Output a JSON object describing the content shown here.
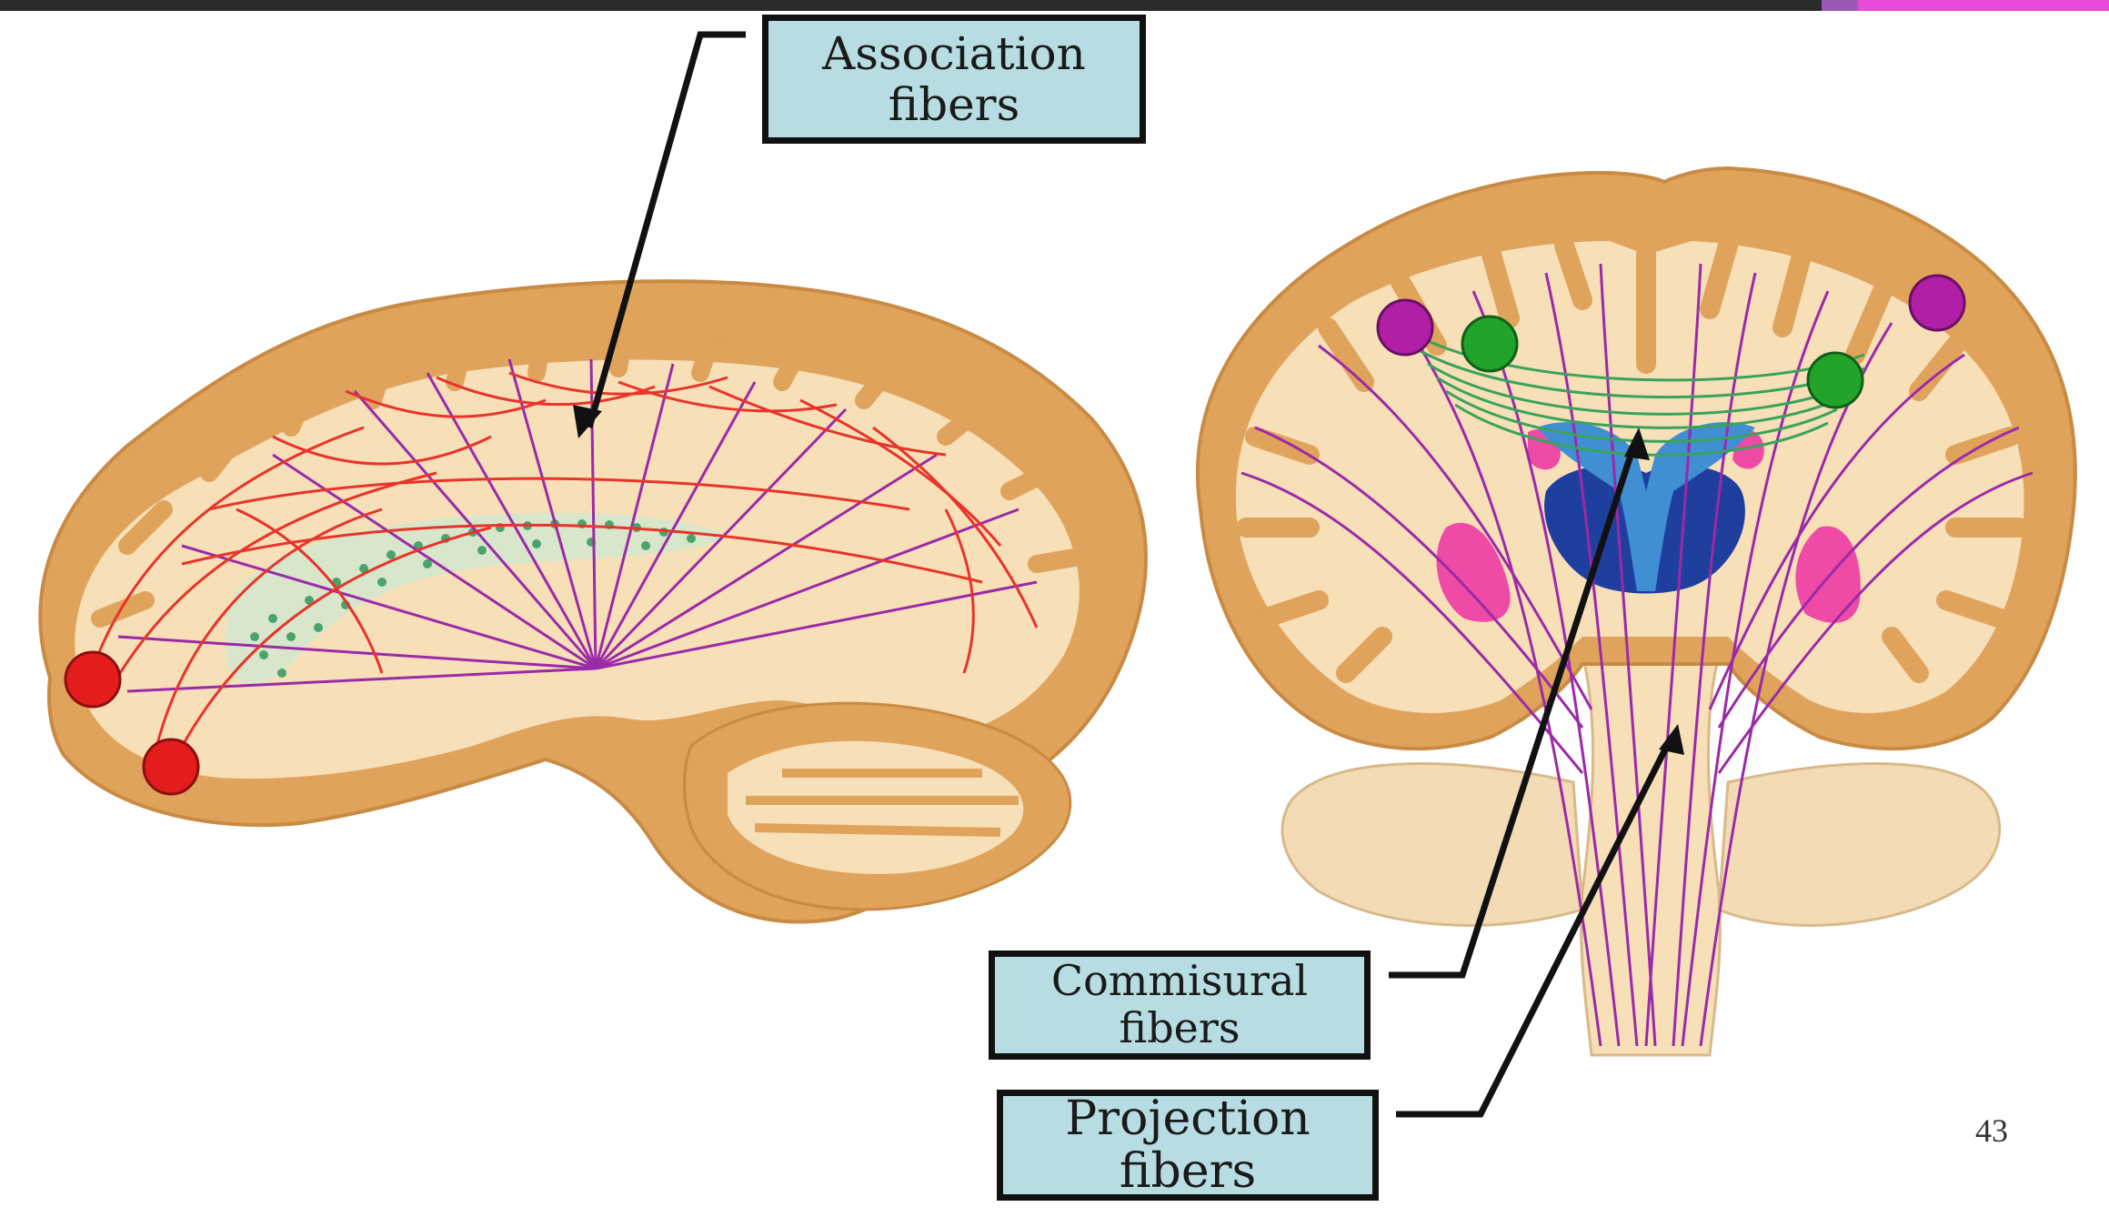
{
  "labels": {
    "association": [
      "Association",
      "fibers"
    ],
    "commisural": [
      "Commisural",
      "fibers"
    ],
    "projection": [
      "Projection",
      "fibers"
    ]
  },
  "page_number": "43",
  "colors": {
    "cortex": "#e0a35c",
    "white_matter": "#f7dfb8",
    "association_fiber": "#e8342b",
    "projection_fiber": "#9b2aa8",
    "commissural_fiber": "#3aa35a",
    "ventricle": "#3f8fd2",
    "thalamus": "#1f3f9e",
    "basal_ganglia": "#ee4aa6",
    "label_box": "#b7dde2"
  }
}
